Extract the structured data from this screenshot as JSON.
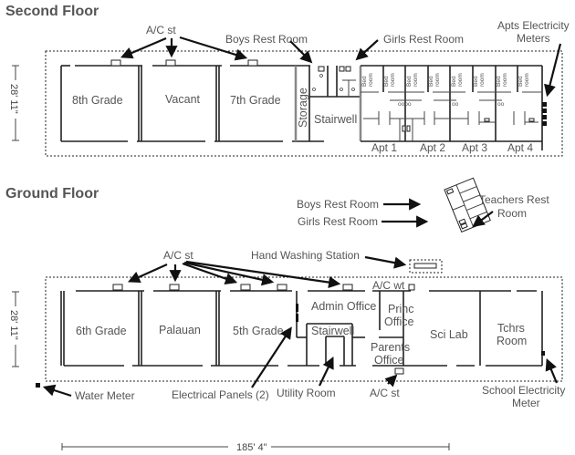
{
  "second_floor": {
    "title": "Second Floor",
    "height_dim": "28' 11\"",
    "rooms": {
      "grade8": "8th Grade",
      "vacant": "Vacant",
      "grade7": "7th Grade",
      "storage": "Storage",
      "stairwell": "Stairwell",
      "bedroom_a": "Bed",
      "bedroom_b": "room"
    },
    "apartments": [
      "Apt 1",
      "Apt 2",
      "Apt 3",
      "Apt 4"
    ],
    "callouts": {
      "ac_st": "A/C st",
      "boys_rest_room": "Boys Rest Room",
      "girls_rest_room": "Girls Rest Room",
      "apts_meters_line1": "Apts Electricity",
      "apts_meters_line2": "Meters"
    }
  },
  "ground_floor": {
    "title": "Ground Floor",
    "height_dim": "28' 11\"",
    "rooms": {
      "grade6": "6th Grade",
      "palauan": "Palauan",
      "grade5": "5th Grade",
      "admin_office": "Admin Office",
      "stairwell": "Stairwell",
      "princ_office_1": "Princ",
      "princ_office_2": "Office",
      "parents_office_1": "Parents",
      "parents_office_2": "Office",
      "sci_lab": "Sci Lab",
      "tchrs_room_1": "Tchrs",
      "tchrs_room_2": "Room"
    },
    "callouts": {
      "boys_rest_room": "Boys Rest Room",
      "girls_rest_room": "Girls Rest Room",
      "teachers_rest_1": "Teachers Rest",
      "teachers_rest_2": "Room",
      "hand_washing": "Hand Washing Station",
      "ac_st_top": "A/C st",
      "ac_wt": "A/C wt",
      "ac_st_bottom": "A/C st",
      "water_meter": "Water Meter",
      "electrical_panels": "Electrical Panels (2)",
      "utility_room": "Utility Room",
      "school_meter_1": "School Electricity",
      "school_meter_2": "Meter"
    }
  },
  "overall_length": "185' 4\""
}
